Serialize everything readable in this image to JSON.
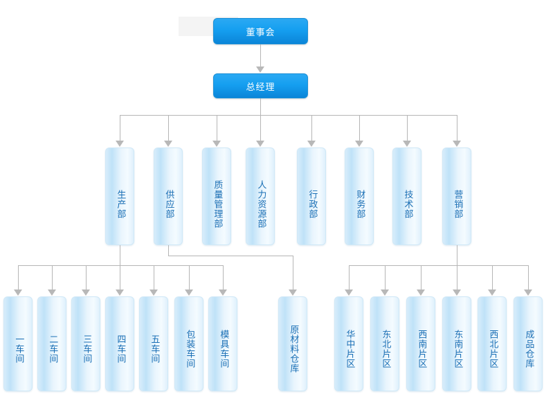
{
  "chart": {
    "type": "organization-chart",
    "title": "",
    "accent_primary": "#129ff0",
    "accent_light": "#cfe8f7",
    "text_color_light_node": "#1a6fb5",
    "text_color_primary_node": "#ffffff",
    "connector_color": "#b5b5b5"
  },
  "levels": {
    "level1": {
      "label": "董事会"
    },
    "level2": {
      "label": "总经理"
    },
    "level3": [
      {
        "label": "生产部"
      },
      {
        "label": "供应部"
      },
      {
        "label": "质量管理部"
      },
      {
        "label": "人力资源部"
      },
      {
        "label": "行政部"
      },
      {
        "label": "财务部"
      },
      {
        "label": "技术部"
      },
      {
        "label": "营销部"
      }
    ],
    "level4_production": [
      {
        "label": "一车间"
      },
      {
        "label": "二车间"
      },
      {
        "label": "三车间"
      },
      {
        "label": "四车间"
      },
      {
        "label": "五车间"
      },
      {
        "label": "包装车间"
      },
      {
        "label": "模具车间"
      }
    ],
    "level4_supply": [
      {
        "label": "原材料仓库"
      }
    ],
    "level4_marketing": [
      {
        "label": "华中片区"
      },
      {
        "label": "东北片区"
      },
      {
        "label": "西南片区"
      },
      {
        "label": "东南片区"
      },
      {
        "label": "西北片区"
      },
      {
        "label": "成品仓库"
      }
    ]
  }
}
